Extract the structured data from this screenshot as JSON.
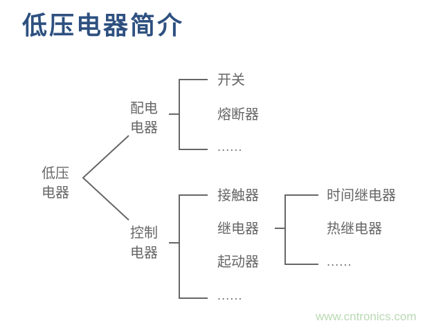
{
  "title": "低压电器简介",
  "root": {
    "line1": "低压",
    "line2": "电器"
  },
  "branches": [
    {
      "line1": "配电",
      "line2": "电器",
      "children": [
        "开关",
        "熔断器",
        "......"
      ]
    },
    {
      "line1": "控制",
      "line2": "电器",
      "children": [
        "接触器",
        "继电器",
        "起动器",
        "......"
      ],
      "sub": {
        "parent": "继电器",
        "children": [
          "时间继电器",
          "热继电器",
          "......"
        ]
      }
    }
  ],
  "watermark": "www.cntronics.com",
  "colors": {
    "title": "#2e5080",
    "text": "#666666",
    "watermark": "#b9d9b3"
  }
}
